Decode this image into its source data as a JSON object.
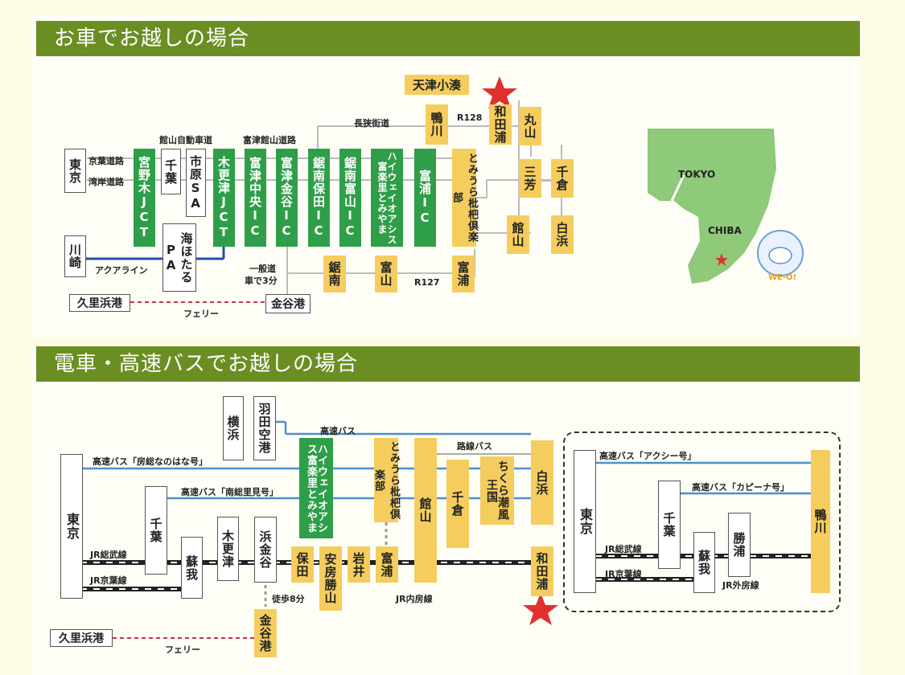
{
  "headers": {
    "car": "お車でお越しの場合",
    "train": "電車・高速バスでお越しの場合"
  },
  "car": {
    "stations": {
      "tokyo": "東京",
      "kawasaki": "川崎",
      "kurihama": "久里浜港",
      "miyanogi": "宮野木JCT",
      "chiba": "千葉",
      "ichihara": "市原SA",
      "umihotaru": "海ほたるPA",
      "kisarazu": "木更津JCT",
      "futtsuchuo": "富津中央IC",
      "futtsukanaya": "富津金谷IC",
      "kyonanhota": "鋸南保田IC",
      "kyonantomiyama": "鋸南富山IC",
      "oasis": "ハイウェイオアシス富楽里とみやま",
      "tomiura": "富浦IC",
      "biwa": "とみうら枇杷倶楽部",
      "amatsu": "天津小湊",
      "kamogawa": "鴨川",
      "wadaura": "和田浦",
      "maruyama": "丸山",
      "miyoshi": "三芳",
      "chikura": "千倉",
      "tateyama": "館山",
      "shirahama": "白浜",
      "kyonan": "鋸南",
      "tomiyama": "富山",
      "tomiura2": "富浦",
      "kanaya": "金谷港"
    },
    "labels": {
      "keiyo_doro": "京葉道路",
      "wangan_doro": "湾岸道路",
      "aqualine": "アクアライン",
      "tateyama_road": "館山自動車道",
      "futtsu_road": "富津館山道路",
      "nagasa_road": "長狭街道",
      "r128": "R128",
      "r127": "R127",
      "general_road": "一般道",
      "by_car": "車で3分",
      "ferry": "フェリー"
    }
  },
  "train": {
    "stations": {
      "tokyo": "東京",
      "yokohama": "横浜",
      "haneda": "羽田空港",
      "chiba": "千葉",
      "soga": "蘇我",
      "kisarazu": "木更津",
      "hamakanaya": "浜金谷",
      "oasis": "ハイウェイオアシス富楽里とみやま",
      "biwa": "とみうら枇杷倶楽部",
      "tateyama": "館山",
      "chikura": "千倉",
      "chikura_kingdom": "ちくら潮風王国",
      "shirahama": "白浜",
      "hota": "保田",
      "awakatsuyama": "安房勝山",
      "iwai": "岩井",
      "tomiura": "富浦",
      "wadaura": "和田浦",
      "kanaya": "金谷港",
      "kurihama": "久里浜港"
    },
    "labels": {
      "highway_bus": "高速バス",
      "bus_nanohana": "高速バス「房総なのはな号」",
      "bus_nansou": "高速バス「南総里見号」",
      "route_bus": "路線バス",
      "jr_sobu": "JR総武線",
      "jr_keiyo": "JR京葉線",
      "jr_uchibo": "JR内房線",
      "walk": "徒歩8分",
      "ferry": "フェリー"
    },
    "inset": {
      "tokyo": "東京",
      "chiba": "千葉",
      "soga": "蘇我",
      "katsuura": "勝浦",
      "kamogawa": "鴨川",
      "bus_aqc": "高速バス「アクシー号」",
      "bus_capina": "高速バス「カピーナ号」",
      "jr_sobu": "JR総武線",
      "jr_keiyo": "JR京葉線",
      "jr_sotobo": "JR外房線"
    }
  },
  "map": {
    "tokyo": "TOKYO",
    "chiba": "CHIBA",
    "logo_text": "WE-O!"
  }
}
